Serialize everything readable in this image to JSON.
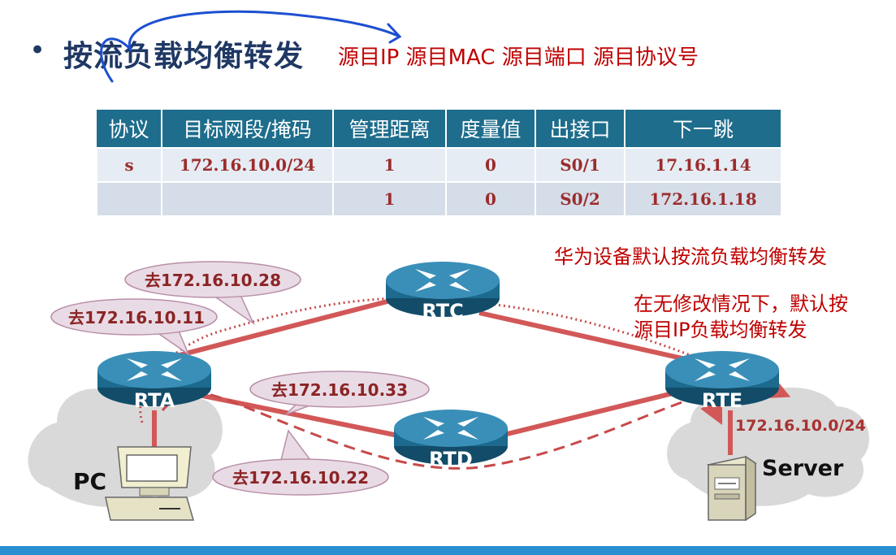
{
  "header": {
    "bullet": "•",
    "title": "按流负载均衡转发",
    "subtitle": "源目IP 源目MAC 源目端口 源目协议号"
  },
  "table": {
    "headers": [
      "协议",
      "目标网段/掩码",
      "管理距离",
      "度量值",
      "出接口",
      "下一跳"
    ],
    "rows": [
      [
        "s",
        "172.16.10.0/24",
        "1",
        "0",
        "S0/1",
        "17.16.1.14"
      ],
      [
        "",
        "",
        "1",
        "0",
        "S0/2",
        "172.16.1.18"
      ]
    ]
  },
  "notes": {
    "huawei_default": "华为设备默认按流负载均衡转发",
    "default_line1": "在无修改情况下，默认按",
    "default_line2": "源目IP负载均衡转发"
  },
  "diagram": {
    "routers": [
      "RTA",
      "RTC",
      "RTD",
      "RTE"
    ],
    "hosts": {
      "pc": "PC",
      "server": "Server"
    },
    "network": "172.16.10.0/24",
    "callouts": [
      "去172.16.10.28",
      "去172.16.10.11",
      "去172.16.10.33",
      "去172.16.10.22"
    ]
  },
  "colors": {
    "title": "#1f3864",
    "accent_red": "#c00000",
    "table_header": "#1e6d8c",
    "router_body": "#1c6a8e",
    "link": "#d25858",
    "callout_fill": "#e9dbe6"
  },
  "icons": [
    "router-icon",
    "pc-icon",
    "server-icon",
    "cloud-shape"
  ]
}
